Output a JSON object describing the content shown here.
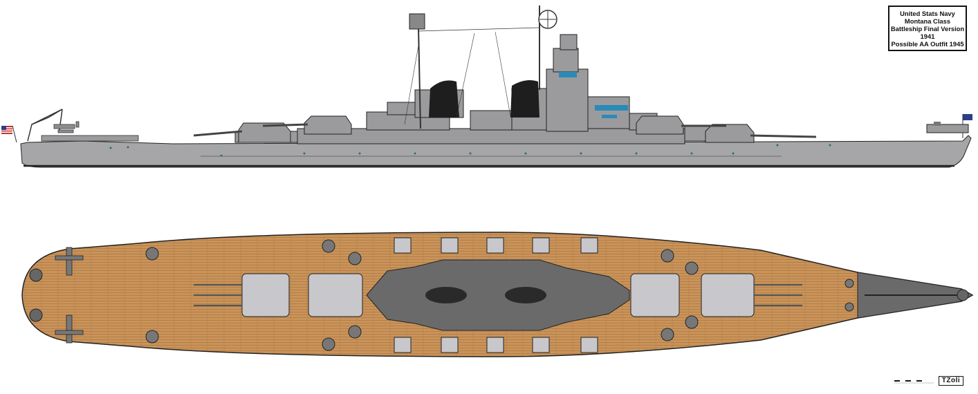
{
  "title_box": {
    "lines": [
      "United Stats Navy",
      "Montana Class",
      "Battleship Final Version",
      "1941",
      "Possible AA Outfit 1945"
    ]
  },
  "signature": "TZoli",
  "colors": {
    "hull_grey": "#a6a6a8",
    "superstructure_grey": "#9b9b9e",
    "dark_grey": "#6e6e72",
    "deck_wood": "#c9935a",
    "deck_grey": "#6a6a6a",
    "turret_light": "#c8c8cc",
    "window_blue": "#2a8ab8",
    "outline": "#222222"
  },
  "flags": [
    "us-flag-icon",
    "jack-flag-icon"
  ]
}
